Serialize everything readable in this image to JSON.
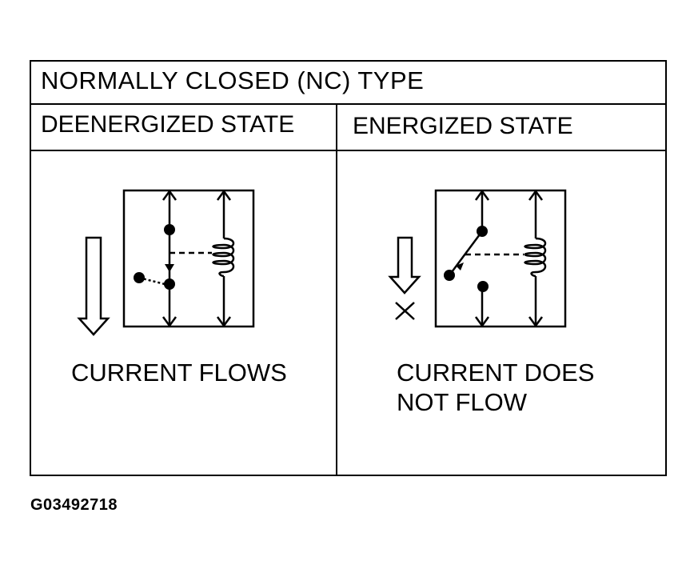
{
  "title": "NORMALLY CLOSED (NC) TYPE",
  "states": {
    "deenergized": {
      "label": "DEENERGIZED STATE",
      "caption_line1": "CURRENT FLOWS",
      "caption_line2": ""
    },
    "energized": {
      "label": "ENERGIZED STATE",
      "caption_line1": "CURRENT DOES",
      "caption_line2": "NOT FLOW"
    }
  },
  "figure_code": "G03492718",
  "colors": {
    "line": "#000000",
    "background": "#ffffff"
  },
  "icons": {
    "flow_arrow": "down-arrow-icon",
    "blocked_marker": "x-mark-icon",
    "relay_coil": "coil-icon"
  }
}
